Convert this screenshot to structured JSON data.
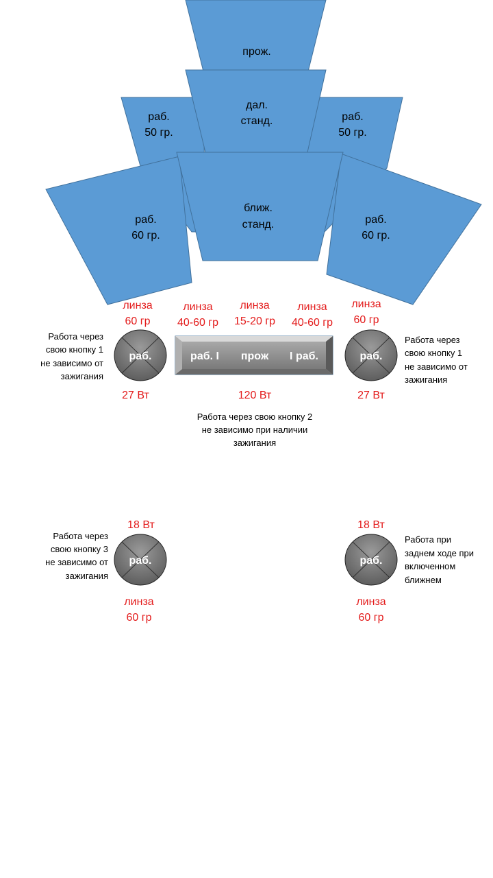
{
  "beams": {
    "spot": "прож.",
    "high_1": "дал.",
    "high_2": "станд.",
    "work50_left_1": "раб.",
    "work50_left_2": "50 гр.",
    "work50_right_1": "раб.",
    "work50_right_2": "50 гр.",
    "low_1": "ближ.",
    "low_2": "станд.",
    "work60_left_1": "раб.",
    "work60_left_2": "60 гр.",
    "work60_right_1": "раб.",
    "work60_right_2": "60 гр."
  },
  "lenses": {
    "left_1": "линза",
    "left_2": "60 гр",
    "bar_left_1": "линза",
    "bar_left_2": "40-60 гр",
    "bar_center_1": "линза",
    "bar_center_2": "15-20 гр",
    "bar_right_1": "линза",
    "bar_right_2": "40-60 гр",
    "right_1": "линза",
    "right_2": "60 гр",
    "bottom_left_1": "линза",
    "bottom_left_2": "60 гр",
    "bottom_right_1": "линза",
    "bottom_right_2": "60 гр"
  },
  "lamp_label": "раб.",
  "bar": {
    "left": "раб. I",
    "center": "прож",
    "right": "I раб."
  },
  "power": {
    "top_left": "27 Вт",
    "bar": "120 Вт",
    "top_right": "27 Вт",
    "bottom_left": "18 Вт",
    "bottom_right": "18 Вт"
  },
  "notes": {
    "left": [
      "Работа через",
      "свою кнопку 1",
      "не зависимо от",
      "зажигания"
    ],
    "right": [
      "Работа через",
      "свою кнопку 1",
      "не зависимо от",
      "зажигания"
    ],
    "bar": [
      "Работа через свою кнопку 2",
      "не зависимо при наличии",
      "зажигания"
    ],
    "bottom_left": [
      "Работа через",
      "свою кнопку 3",
      "не зависимо от",
      "зажигания"
    ],
    "bottom_right": [
      "Работа при",
      "заднем ходе при",
      "включенном",
      "ближнем"
    ]
  },
  "colors": {
    "beam": "#5b9bd5",
    "red": "#e31a1a",
    "lamp": "#707070"
  }
}
